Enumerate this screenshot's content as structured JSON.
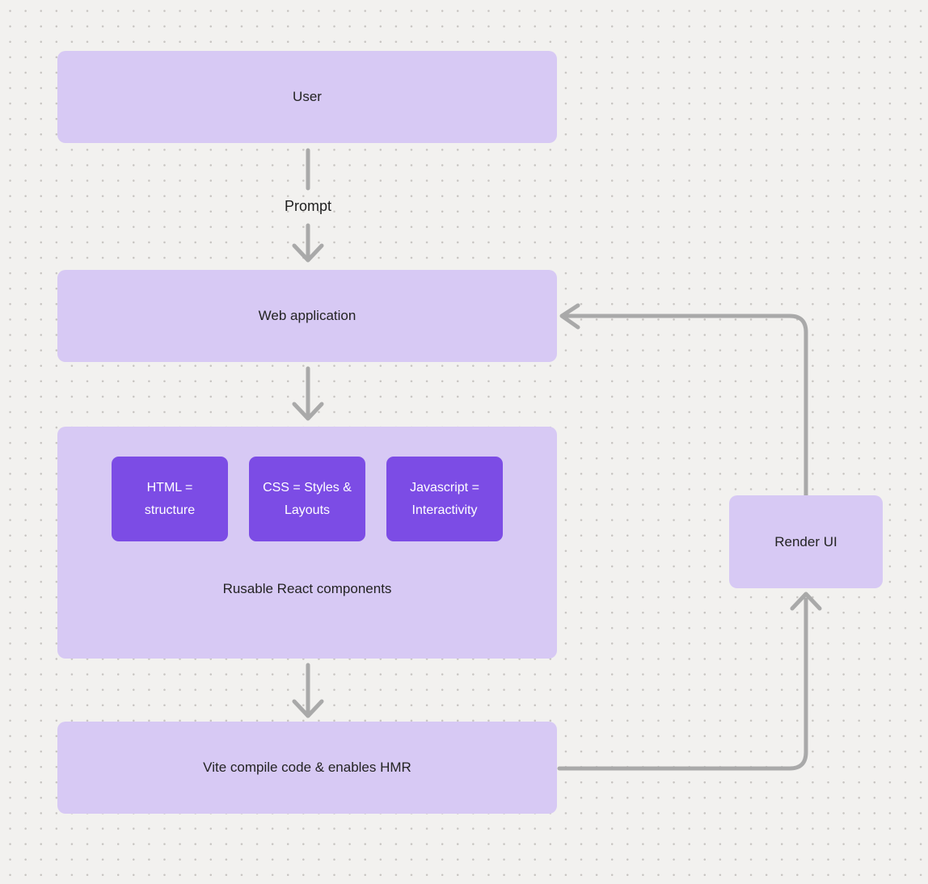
{
  "colors": {
    "background": "#f2f1ef",
    "dot": "#c7c4c1",
    "node_fill": "#d7c9f4",
    "chip_fill": "#7c4ce5",
    "chip_text": "#ffffff",
    "connector": "#a9a9a9",
    "text": "#232323"
  },
  "diagram": {
    "user": {
      "label": "User"
    },
    "prompt_edge": {
      "label": "Prompt"
    },
    "web_application": {
      "label": "Web application"
    },
    "components": {
      "caption": "Rusable React components",
      "chips": [
        {
          "label": "HTML = structure"
        },
        {
          "label": "CSS = Styles & Layouts"
        },
        {
          "label": "Javascript = Interactivity"
        }
      ]
    },
    "vite": {
      "label": "Vite compile code & enables HMR"
    },
    "render_ui": {
      "label": "Render UI"
    }
  }
}
